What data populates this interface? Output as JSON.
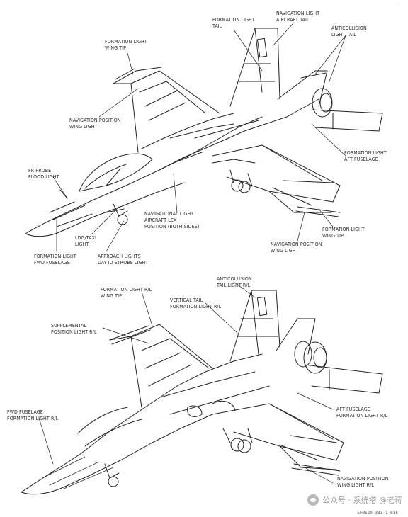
{
  "upper_view": {
    "formation_light_tail": "FORMATION LIGHT\nTAIL",
    "navigation_light_aircraft_tail": "NAVIGATION LIGHT\nAIRCRAFT TAIL",
    "anticollision_light_tail": "ANTICOLLISION\nLIGHT TAIL",
    "formation_light_wing_tip": "FORMATION LIGHT\nWING TIP",
    "navigation_position_wing_light": "NAVIGATION POSITION\nWING LIGHT",
    "formation_light_aft_fuselage": "FORMATION LIGHT\nAFT FUSELAGE",
    "fr_probe_flood_light": "FR PROBE\nFLOOD LIGHT",
    "navigational_light_lex": "NAVIGATIONAL LIGHT\nAIRCRAFT LEX\nPOSITION (BOTH SIDES)",
    "ldg_taxi_light": "LDG/TAXI\nLIGHT",
    "formation_light_fwd_fuselage": "FORMATION LIGHT\nFWD FUSELAGE",
    "approach_lights": "APPROACH LIGHTS\nDAY ID STROBE LIGHT",
    "formation_light_wing_tip_lower": "FORMATION LIGHT\nWING TIP",
    "navigation_position_wing_light_lower": "NAVIGATION POSITION\nWING LIGHT"
  },
  "lower_view": {
    "anticollision_tail_light": "ANTICOLLISION\nTAIL LIGHT R/L",
    "formation_light_wing_tip_rl": "FORMATION LIGHT R/L\nWING TIP",
    "vertical_tail_formation_light": "VERTICAL TAIL\nFORMATION LIGHT R/L",
    "supplemental_position_light": "SUPPLEMENTAL\nPOSITION LIGHT R/L",
    "fwd_fuselage_formation_light": "FWD FUSELAGE\nFORMATION LIGHT R/L",
    "aft_fuselage_formation_light": "AFT FUSELAGE\nFORMATION LIGHT R/L",
    "navigation_position_wing_light_rl": "NAVIGATION POSITION\nWING LIGHT R/L"
  },
  "document_id": "EFNS29-333-1-015",
  "watermark": "公众号 · 系统搭 @老蒋",
  "corner_mark": "·"
}
